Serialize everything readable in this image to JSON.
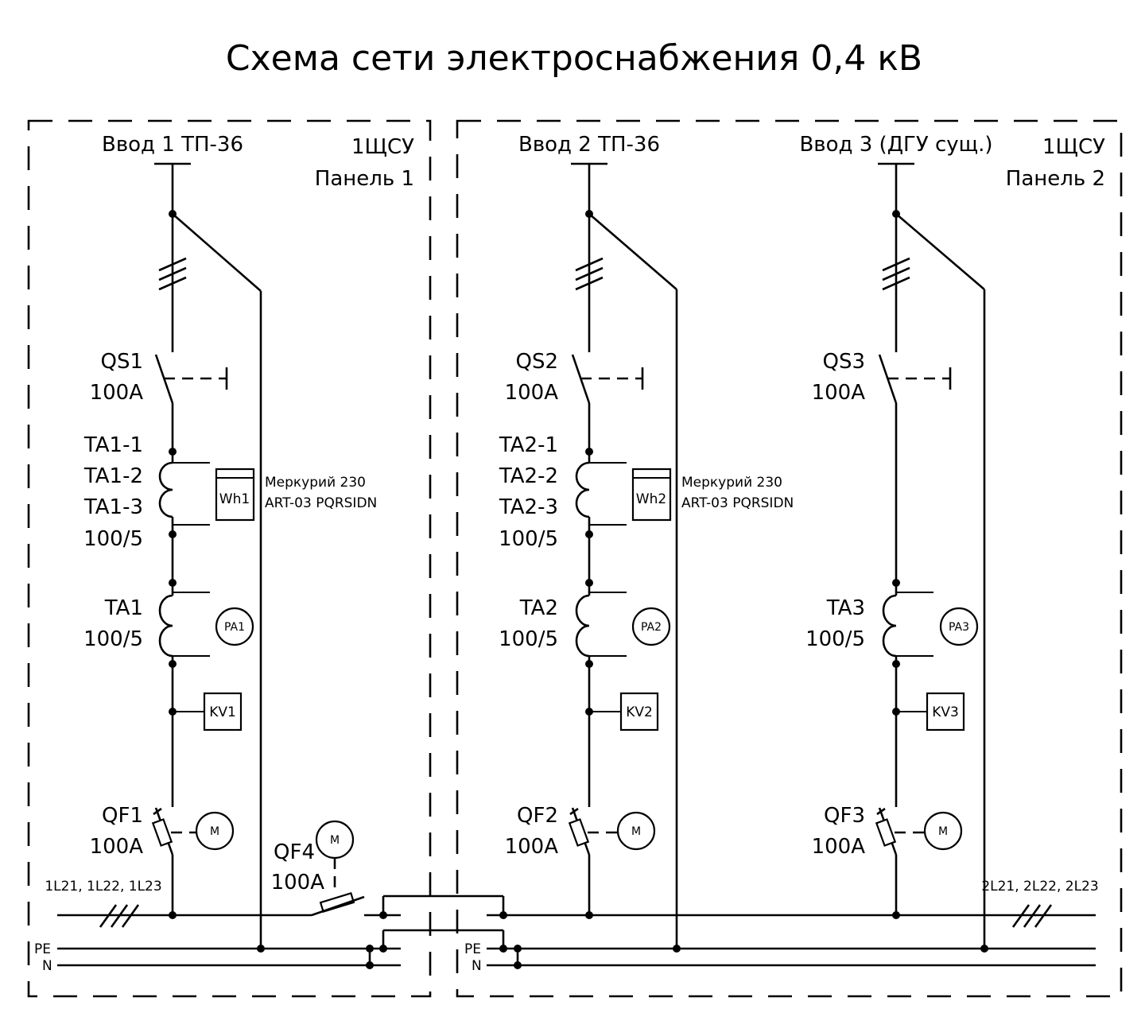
{
  "title": "Схема сети электроснабжения 0,4 кВ",
  "panel1": {
    "name": "1ЩСУ",
    "sub": "Панель 1"
  },
  "panel2": {
    "name": "1ЩСУ",
    "sub": "Панель 2"
  },
  "inputs": [
    {
      "label": "Ввод 1 ТП-36",
      "switch": "QS1",
      "switch_rating": "100A",
      "meter_ct": [
        "TA1-1",
        "TA1-2",
        "TA1-3",
        "100/5"
      ],
      "meter": "Wh1",
      "meter_model": [
        "Меркурий 230",
        "ART-03 PQRSIDN"
      ],
      "ammeter_ct": [
        "TA1",
        "100/5"
      ],
      "ammeter": "PA1",
      "relay": "KV1",
      "breaker": "QF1",
      "breaker_rating": "100A",
      "motor": "M"
    },
    {
      "label": "Ввод 2 ТП-36",
      "switch": "QS2",
      "switch_rating": "100A",
      "meter_ct": [
        "TA2-1",
        "TA2-2",
        "TA2-3",
        "100/5"
      ],
      "meter": "Wh2",
      "meter_model": [
        "Меркурий 230",
        "ART-03 PQRSIDN"
      ],
      "ammeter_ct": [
        "TA2",
        "100/5"
      ],
      "ammeter": "PA2",
      "relay": "KV2",
      "breaker": "QF2",
      "breaker_rating": "100A",
      "motor": "M"
    },
    {
      "label": "Ввод 3 (ДГУ сущ.)",
      "switch": "QS3",
      "switch_rating": "100A",
      "ammeter_ct": [
        "TA3",
        "100/5"
      ],
      "ammeter": "PA3",
      "relay": "KV3",
      "breaker": "QF3",
      "breaker_rating": "100A",
      "motor": "M"
    }
  ],
  "tie_breaker": {
    "name": "QF4",
    "rating": "100A",
    "motor": "M"
  },
  "bus_left": "1L21, 1L22, 1L23",
  "bus_right": "2L21, 2L22, 2L23",
  "pe": "PE",
  "n": "N"
}
